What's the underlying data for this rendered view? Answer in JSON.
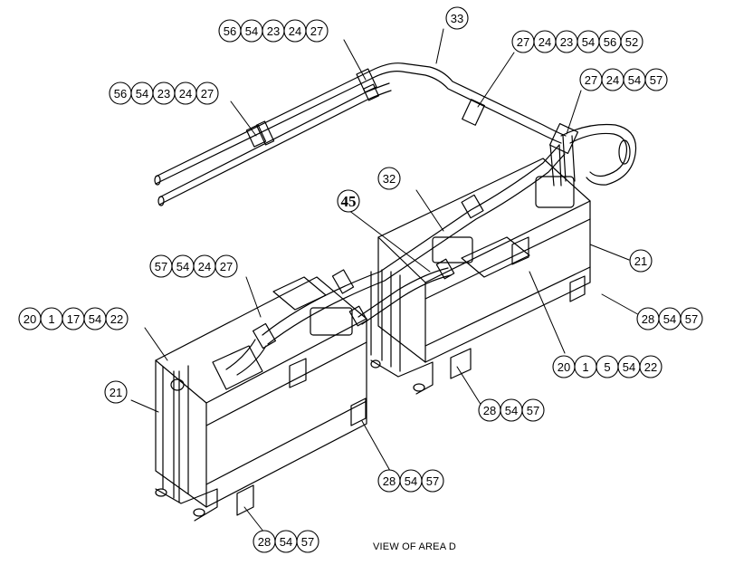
{
  "caption": "VIEW OF AREA D",
  "callouts": {
    "top_33": [
      "33"
    ],
    "pipe_top_left": [
      "56",
      "54",
      "23",
      "24",
      "27"
    ],
    "pipe_left": [
      "56",
      "54",
      "23",
      "24",
      "27"
    ],
    "pipe_right": [
      "27",
      "24",
      "23",
      "54",
      "56",
      "52"
    ],
    "clamp_right": [
      "27",
      "24",
      "54",
      "57"
    ],
    "hose_32": [
      "32"
    ],
    "hose_45": [
      "45"
    ],
    "box_right_21": [
      "21"
    ],
    "clamp_left": [
      "57",
      "54",
      "24",
      "27"
    ],
    "mount_left": [
      "20",
      "1",
      "17",
      "54",
      "22"
    ],
    "bracket_right_lower": [
      "28",
      "54",
      "57"
    ],
    "mount_right": [
      "20",
      "1",
      "5",
      "54",
      "22"
    ],
    "box_left_21": [
      "21"
    ],
    "bracket_mid": [
      "28",
      "54",
      "57"
    ],
    "bracket_front_right": [
      "28",
      "54",
      "57"
    ],
    "bracket_bottom": [
      "28",
      "54",
      "57"
    ]
  }
}
